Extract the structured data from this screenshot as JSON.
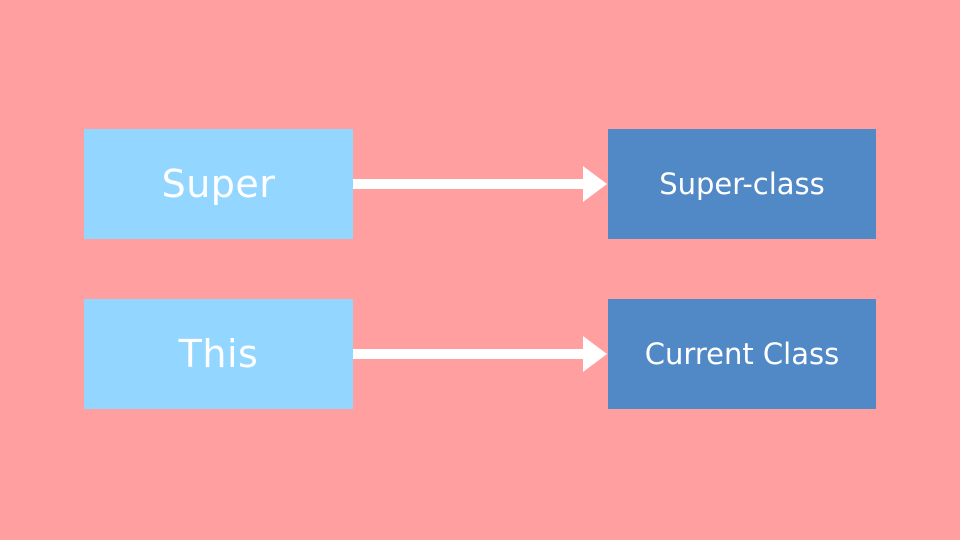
{
  "colors": {
    "background": "#ff9f9f",
    "left_box": "#93d6ff",
    "right_box": "#5089c6",
    "text": "#ffffff",
    "arrow": "#ffffff"
  },
  "rows": [
    {
      "keyword": "Super",
      "target": "Super-class"
    },
    {
      "keyword": "This",
      "target": "Current Class"
    }
  ]
}
